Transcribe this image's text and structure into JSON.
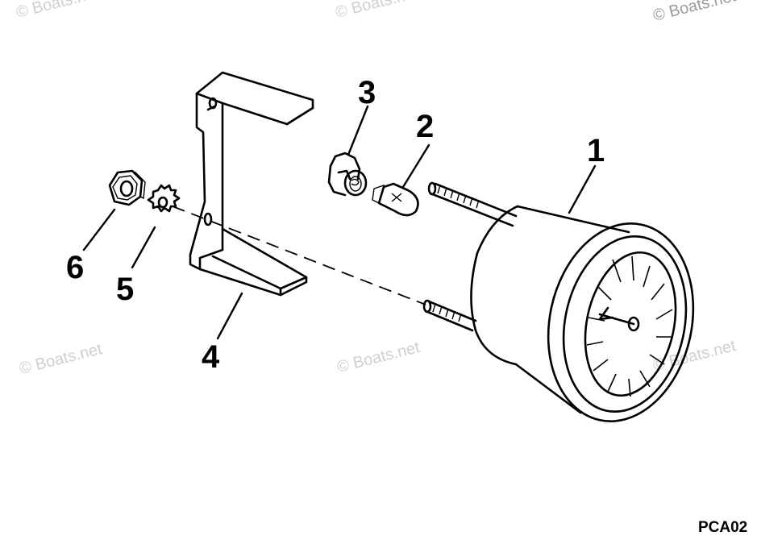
{
  "watermark": "© Boats.net",
  "figure_code": "PCA02",
  "parts": [
    {
      "id": "1",
      "icon": "gauge-icon"
    },
    {
      "id": "2",
      "icon": "bulb-icon"
    },
    {
      "id": "3",
      "icon": "bulb-socket-icon"
    },
    {
      "id": "4",
      "icon": "bracket-icon"
    },
    {
      "id": "5",
      "icon": "lock-washer-icon"
    },
    {
      "id": "6",
      "icon": "hex-nut-icon"
    }
  ]
}
